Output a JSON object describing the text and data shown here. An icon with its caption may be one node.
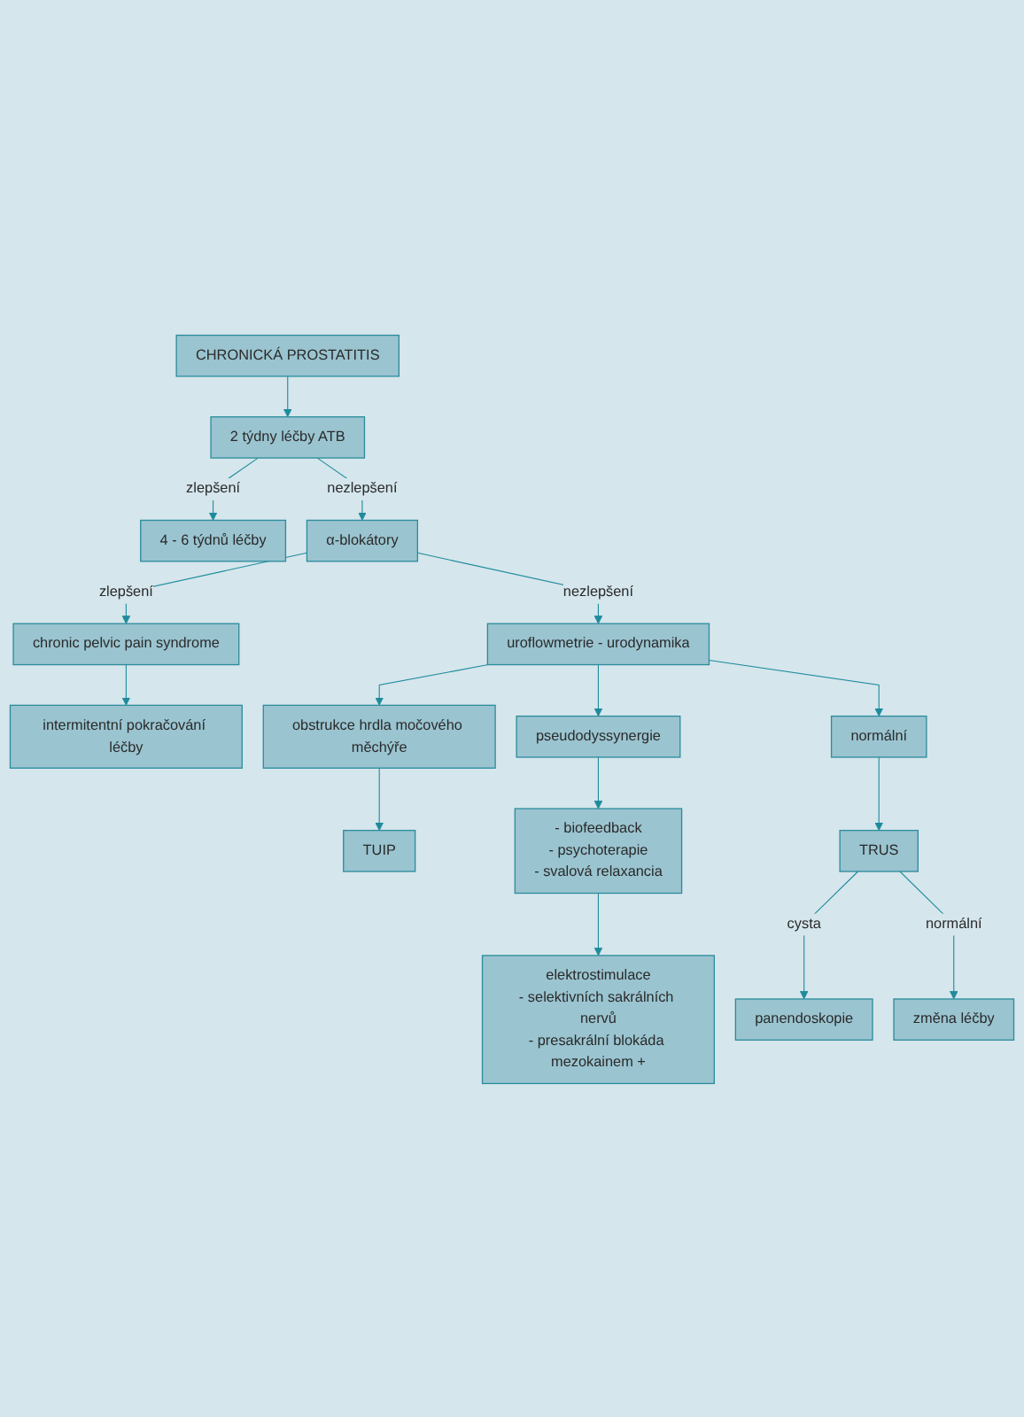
{
  "diagram": {
    "nodes": [
      {
        "text": [
          "CHRONICKÁ PROSTATITIS"
        ]
      },
      {
        "text": [
          "2 týdny léčby ATB"
        ]
      },
      {
        "text": [
          "4 - 6 týdnů léčby"
        ]
      },
      {
        "text": [
          "α-blokátory"
        ]
      },
      {
        "text": [
          "chronic pelvic pain syndrome"
        ]
      },
      {
        "text": [
          "uroflowmetrie - urodynamika"
        ]
      },
      {
        "text": [
          "intermitentní pokračování léčby"
        ]
      },
      {
        "text": [
          "obstrukce hrdla močového měchýře"
        ]
      },
      {
        "text": [
          "normální"
        ]
      },
      {
        "text": [
          "pseudodyssynergie"
        ]
      },
      {
        "text": [
          "TUIP"
        ]
      },
      {
        "text": [
          "TRUS"
        ]
      },
      {
        "text": [
          "- biofeedback",
          "- psychoterapie",
          "- svalová relaxancia"
        ]
      },
      {
        "text": [
          "panendoskopie"
        ]
      },
      {
        "text": [
          "změna léčby"
        ]
      },
      {
        "text": [
          "elektrostimulace",
          "- selektivních sakrálních nervů",
          "- presakrální blokáda mezokainem +"
        ]
      }
    ],
    "edges": [
      {
        "from": 0,
        "to": 1,
        "arrow": "to"
      },
      {
        "from": 1,
        "to": 2,
        "arrow": "to",
        "label": "zlepšení"
      },
      {
        "from": 1,
        "to": 3,
        "arrow": "to",
        "label": "nezlepšení"
      },
      {
        "from": 3,
        "to": 4,
        "arrow": "to",
        "label": "zlepšení"
      },
      {
        "from": 3,
        "to": 5,
        "arrow": "to",
        "label": "nezlepšení"
      },
      {
        "from": 4,
        "to": 6,
        "arrow": "to"
      },
      {
        "from": 5,
        "to": 9,
        "arrow": "to"
      },
      {
        "from": 5,
        "to": 7,
        "arrow": "to"
      },
      {
        "from": 5,
        "to": 8,
        "arrow": "to"
      },
      {
        "from": 7,
        "to": 10,
        "arrow": "to"
      },
      {
        "from": 8,
        "to": 11,
        "arrow": "to"
      },
      {
        "from": 9,
        "to": 12,
        "arrow": "to"
      },
      {
        "from": 12,
        "to": 15,
        "arrow": "to"
      },
      {
        "from": 11,
        "to": 13,
        "arrow": "to",
        "label": "cysta"
      },
      {
        "from": 11,
        "to": 14,
        "arrow": "to",
        "label": "normální"
      }
    ]
  }
}
